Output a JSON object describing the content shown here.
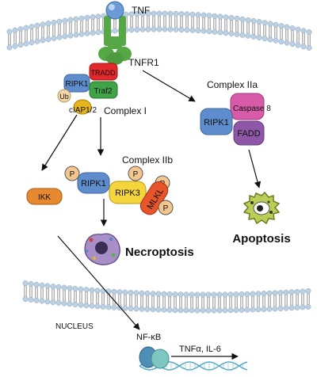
{
  "colors": {
    "membrane_head": "#bcd0e4",
    "membrane_tail": "#7c7c7c",
    "receptor": "#55a845",
    "tnf": "#6a9bd6",
    "ripk1": "#5f8ccc",
    "tradd": "#e2272d",
    "traf2": "#3fa447",
    "ciap": "#e6b51c",
    "ub": "#f3d7a6",
    "caspase8": "#d75ba8",
    "fadd": "#8e57a8",
    "ikk": "#e7892e",
    "p_circle": "#f3c58f",
    "ripk3": "#f4d53b",
    "mlkl": "#e7552b",
    "nfkb_a": "#4d8fb7",
    "nfkb_b": "#7dc7c0",
    "dna": "#4aa6c4"
  },
  "labels": {
    "tnf": "TNF",
    "tnfr1": "TNFR1",
    "tradd": "TRADD",
    "traf2": "Traf2",
    "ripk1_c1": "RIPK1",
    "ub": "Ub",
    "ciap": "cIAP1/2",
    "complex_i": "Complex I",
    "complex_iia": "Complex IIa",
    "ripk1_c2a": "RIPK1",
    "caspase8": "Caspase 8",
    "fadd": "FADD",
    "apoptosis": "Apoptosis",
    "complex_iib": "Complex IIb",
    "ikk": "IKK",
    "p": "P",
    "ripk1_c2b": "RIPK1",
    "ripk3": "RIPK3",
    "mlkl": "MLKL",
    "necroptosis": "Necroptosis",
    "nucleus": "NUCLEUS",
    "nfkb": "NF-κB",
    "tnfa": "TNFα, IL-6"
  }
}
